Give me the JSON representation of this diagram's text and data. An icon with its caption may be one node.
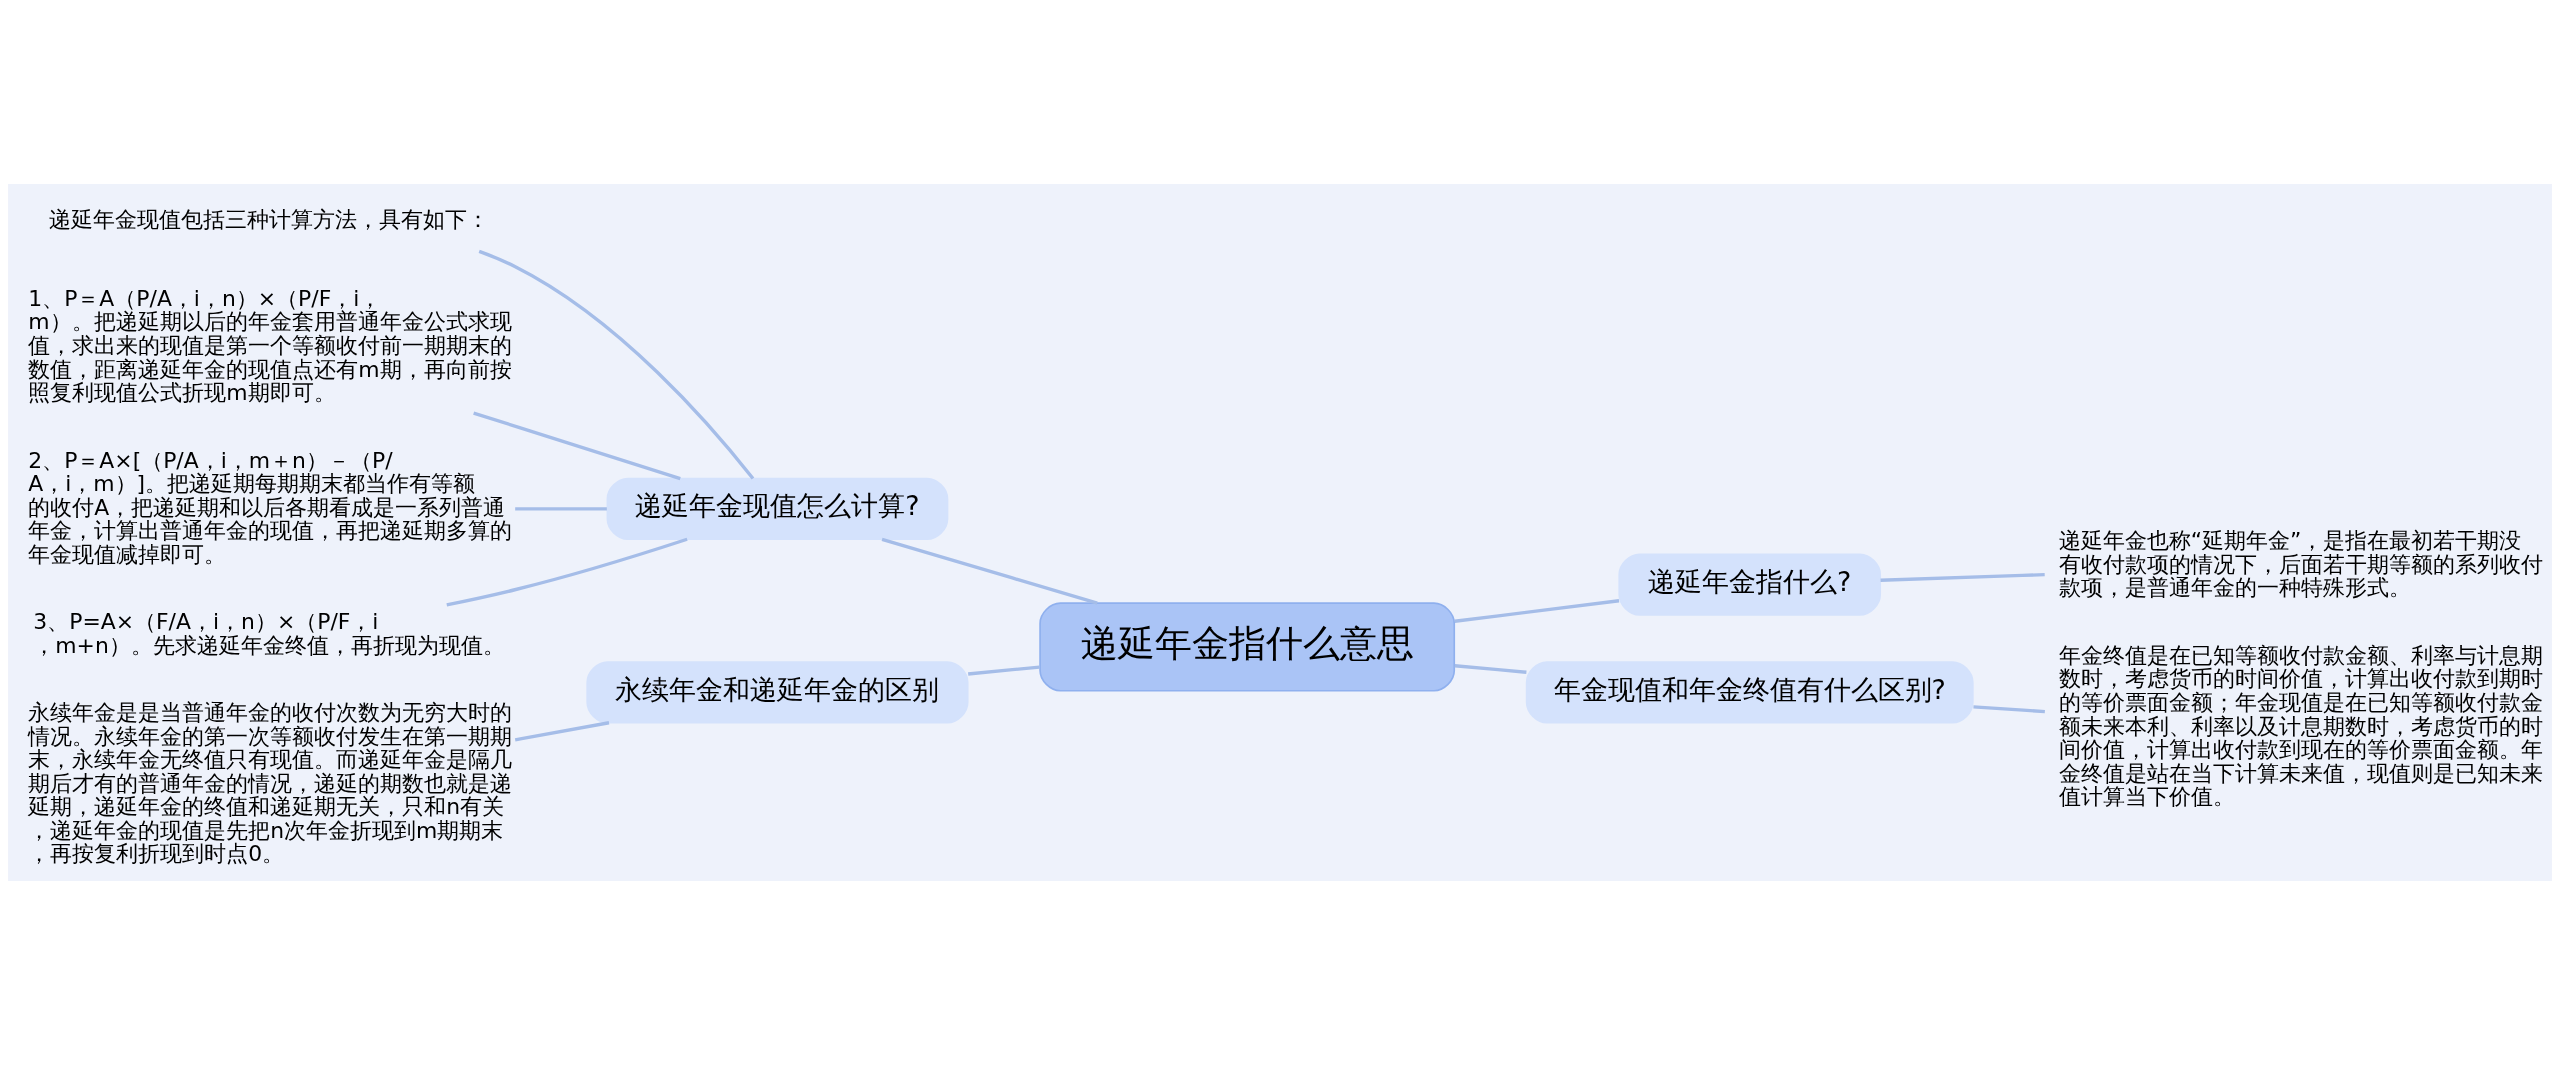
{
  "diagram": {
    "nodes": [
      {
        "text": [
          "递延年金指什么意思"
        ]
      },
      {
        "text": [
          "递延年金现值怎么计算?"
        ]
      },
      {
        "text": [
          "递延年金现值包括三种计算方法，具有如下："
        ]
      },
      {
        "text": [
          "1、P＝A（P/A，i，n）×（P/F，i，m）。把递延期以后的年金套用普通年金公式求现值，求出来的现值是第一个等额收付前一期期末的数值，距离递延年金的现值点还有m期，再向前按照复利现值公式折现m期即可。"
        ]
      },
      {
        "text": [
          "2、P＝A×[（P/A，i，m＋n）－（P/A，i，m）]。把递延期每期期末都当作有等额的收付A，把递延期和以后各期看成是一系列普通年金，计算出普通年金的现值，再把递延期多算的年金现值减掉即可。"
        ]
      },
      {
        "text": [
          "3、P=A×（F/A，i，n）×（P/F，i，m+n）。先求递延年金终值，再折现为现值。"
        ]
      },
      {
        "text": [
          "永续年金和递延年金的区别"
        ]
      },
      {
        "text": [
          "永续年金是是当普通年金的收付次数为无穷大时的情况。永续年金的第一次等额收付发生在第一期期末，永续年金无终值只有现值。而递延年金是隔几期后才有的普通年金的情况，递延的期数也就是递延期，递延年金的终值和递延期无关，只和n有关，递延年金的现值是先把n次年金折现到m期期末，再按复利折现到时点0。"
        ]
      },
      {
        "text": [
          "递延年金指什么?"
        ]
      },
      {
        "text": [
          "递延年金也称“延期年金”，是指在最初若干期没有收付款项的情况下，后面若干期等额的系列收付款项，是普通年金的一种特殊形式。"
        ]
      },
      {
        "text": [
          "年金现值和年金终值有什么区别?"
        ]
      },
      {
        "text": [
          "年金终值是在已知等额收付款金额、利率与计息期数时，考虑货币的时间价值，计算出收付款到期时的等价票面金额；年金现值是在已知等额收付款金额未来本利、利率以及计息期数时，考虑货币的时间价值，计算出收付款到现在的等价票面金额。年金终值是站在当下计算未来值，现值则是已知未来值计算当下价值。"
        ]
      }
    ],
    "edges": [
      {
        "from": 0,
        "to": 1,
        "arrow": "none"
      },
      {
        "from": 1,
        "to": 2,
        "arrow": "none"
      },
      {
        "from": 1,
        "to": 3,
        "arrow": "none"
      },
      {
        "from": 1,
        "to": 4,
        "arrow": "none"
      },
      {
        "from": 1,
        "to": 5,
        "arrow": "none"
      },
      {
        "from": 0,
        "to": 6,
        "arrow": "none"
      },
      {
        "from": 6,
        "to": 7,
        "arrow": "none"
      },
      {
        "from": 0,
        "to": 8,
        "arrow": "none"
      },
      {
        "from": 8,
        "to": 9,
        "arrow": "none"
      },
      {
        "from": 0,
        "to": 10,
        "arrow": "none"
      },
      {
        "from": 10,
        "to": 11,
        "arrow": "none"
      }
    ]
  }
}
